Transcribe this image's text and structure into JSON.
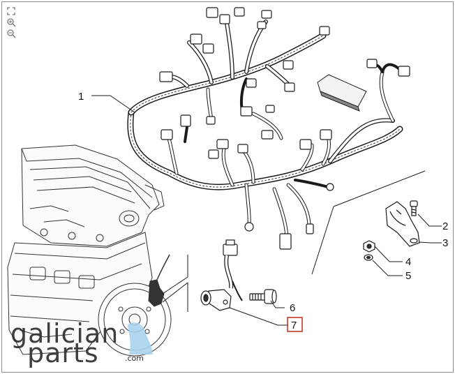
{
  "toolbar": {
    "icons": [
      "fit-page-icon",
      "zoom-in-icon",
      "zoom-out-icon"
    ]
  },
  "callouts": [
    {
      "num": "1"
    },
    {
      "num": "2"
    },
    {
      "num": "3"
    },
    {
      "num": "4"
    },
    {
      "num": "5"
    },
    {
      "num": "6"
    },
    {
      "num": "7",
      "highlighted": true
    }
  ],
  "watermark": {
    "brand_line1": "galician",
    "brand_line2": "parts",
    "domain": ".com"
  },
  "colors": {
    "highlight": "#c0392b",
    "line": "#1a1a1a",
    "watermark": "#2a2a2a",
    "accent": "#a9d3ee"
  }
}
